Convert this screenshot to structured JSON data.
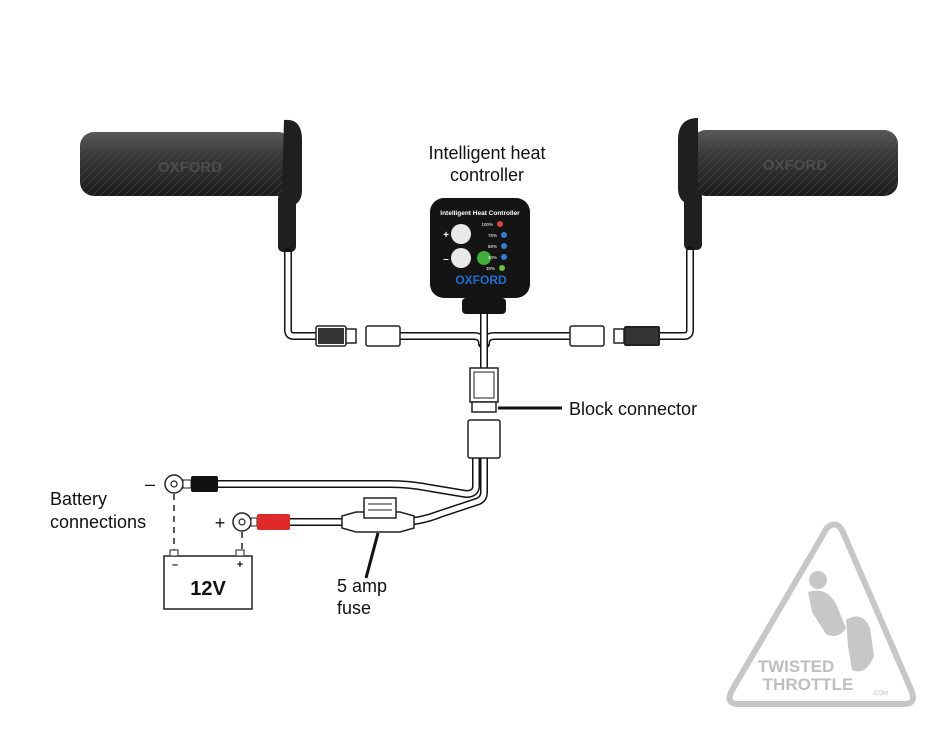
{
  "labels": {
    "controller_line1": "Intelligent heat",
    "controller_line2": "controller",
    "block_connector": "Block connector",
    "battery_line1": "Battery",
    "battery_line2": "connections",
    "fuse_line1": "5 amp",
    "fuse_line2": "fuse",
    "battery_voltage": "12V",
    "minus_sign": "–",
    "plus_sign": "+"
  },
  "controller": {
    "title": "Intelligent Heat Controller",
    "brand": "OXFORD",
    "plus": "+",
    "minus": "–",
    "levels": [
      {
        "label": "100%",
        "color": "#e0413a"
      },
      {
        "label": "75%",
        "color": "#2f7fd6"
      },
      {
        "label": "60%",
        "color": "#2f7fd6"
      },
      {
        "label": "40%",
        "color": "#2f7fd6"
      },
      {
        "label": "30%",
        "color": "#6fbf3b"
      }
    ]
  },
  "grips": {
    "brand": "OXFORD"
  },
  "watermark": {
    "line1": "TWISTED",
    "line2": "THROTTLE",
    "suffix": ".COM"
  },
  "colors": {
    "negative_terminal": "#111111",
    "positive_terminal": "#e02a2a",
    "grip": "#2a2a2a"
  }
}
